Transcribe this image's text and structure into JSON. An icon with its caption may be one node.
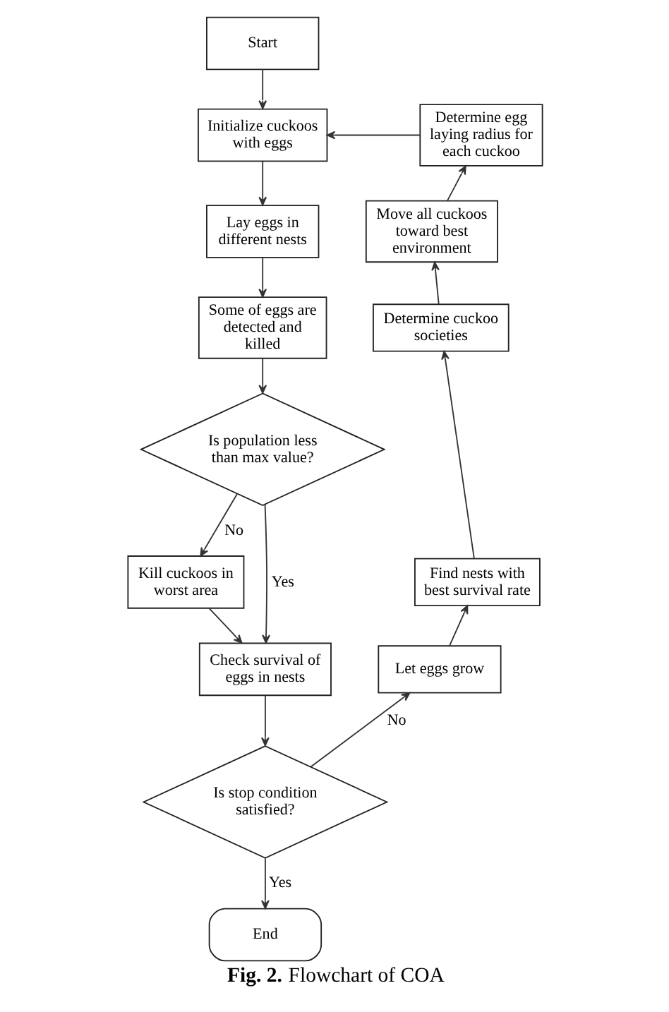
{
  "diagram": {
    "caption": "**Fig. 2.** Flowchart of COA",
    "nodes": [
      {
        "text": [
          "Start"
        ]
      },
      {
        "text": [
          "Initialize cuckoos with eggs"
        ]
      },
      {
        "text": [
          "Determine egg laying radius for each cuckoo"
        ]
      },
      {
        "text": [
          "Lay eggs in different nests"
        ]
      },
      {
        "text": [
          "Move all cuckoos toward best environment"
        ]
      },
      {
        "text": [
          "Some of eggs are detected and killed"
        ]
      },
      {
        "text": [
          "Determine cuckoo societies"
        ]
      },
      {
        "text": [
          "Is population less than max value?"
        ]
      },
      {
        "text": [
          "Kill cuckoos in worst area"
        ]
      },
      {
        "text": [
          "Find nests with best survival rate"
        ]
      },
      {
        "text": [
          "Check survival of eggs in nests"
        ]
      },
      {
        "text": [
          "Let eggs grow"
        ]
      },
      {
        "text": [
          "Is stop condition satisfied?"
        ]
      },
      {
        "text": [
          "End"
        ]
      }
    ],
    "edges": [
      {
        "from": 0,
        "to": 1,
        "arrow": "to"
      },
      {
        "from": 1,
        "to": 3,
        "arrow": "to"
      },
      {
        "from": 3,
        "to": 5,
        "arrow": "to"
      },
      {
        "from": 5,
        "to": 7,
        "arrow": "to"
      },
      {
        "from": 7,
        "to": 8,
        "arrow": "to",
        "label": "No"
      },
      {
        "from": 7,
        "to": 10,
        "arrow": "to",
        "label": "Yes"
      },
      {
        "from": 8,
        "to": 10,
        "arrow": "to"
      },
      {
        "from": 10,
        "to": 12,
        "arrow": "to"
      },
      {
        "from": 12,
        "to": 13,
        "arrow": "to",
        "label": "Yes"
      },
      {
        "from": 12,
        "to": 11,
        "arrow": "to",
        "label": "No"
      },
      {
        "from": 11,
        "to": 9,
        "arrow": "to"
      },
      {
        "from": 9,
        "to": 6,
        "arrow": "to"
      },
      {
        "from": 6,
        "to": 4,
        "arrow": "to"
      },
      {
        "from": 4,
        "to": 2,
        "arrow": "to"
      },
      {
        "from": 2,
        "to": 1,
        "arrow": "to"
      }
    ]
  }
}
